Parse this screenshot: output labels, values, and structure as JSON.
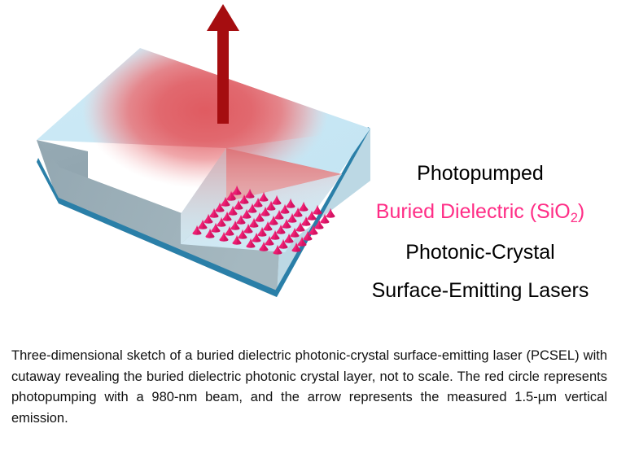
{
  "figure": {
    "title_block": {
      "lines": [
        {
          "text": "Photopumped",
          "color": "#000000"
        },
        {
          "text": "Buried Dielectric (SiO",
          "sub": "2",
          "tail": ")",
          "color": "#ff2d86"
        },
        {
          "text": "Photonic-Crystal",
          "color": "#000000"
        },
        {
          "text": "Surface-Emitting Lasers",
          "color": "#000000"
        }
      ],
      "line1": "Photopumped",
      "line2_pre": "Buried Dielectric (SiO",
      "line2_sub": "2",
      "line2_post": ")",
      "line3": "Photonic-Crystal",
      "line4": "Surface-Emitting Lasers"
    },
    "caption": "Three-dimensional sketch of a buried dielectric photonic-crystal surface-emitting laser (PCSEL) with cutaway revealing the buried dielectric photonic crystal layer, not to scale. The red circle represents photopumping with a 980-nm beam, and the arrow represents the measured 1.5-µm vertical emission.",
    "colors": {
      "top_face": "#c9e8f5",
      "left_face": "#8fa4ae",
      "front_face": "#9fb2bb",
      "buried_line": "#2a7fa8",
      "inner_wall_left": "#cfe5ee",
      "inner_wall_right": "#e2b6b8",
      "pump_glow": "#e8666b",
      "emission_arrow": "#a50d10",
      "lattice_dot": "#ec1c72",
      "label_pink": "#ff2d86",
      "label_black": "#000000",
      "background": "#ffffff"
    },
    "elements": {
      "arrow_name": "vertical-emission-arrow",
      "glow_name": "photopump-glow",
      "lattice_name": "photonic-crystal-lattice",
      "cutaway_name": "cutaway-notch",
      "slab_name": "semiconductor-slab"
    },
    "lattice": {
      "rows": 9,
      "cols": 9,
      "dot_count": 81
    }
  }
}
